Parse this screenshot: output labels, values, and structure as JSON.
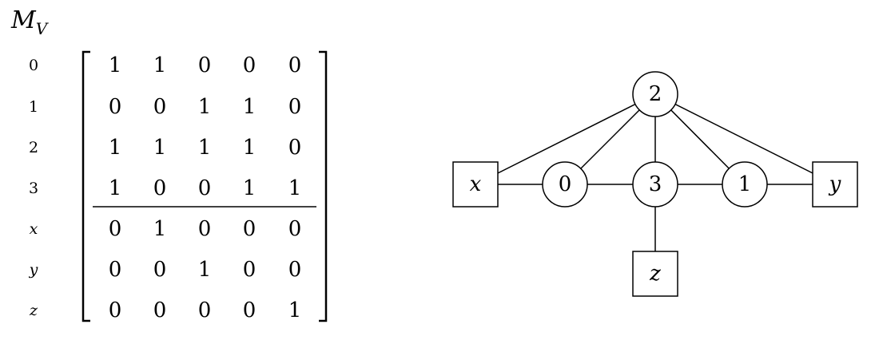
{
  "matrix": {
    "title_main": "M",
    "title_sub": "V",
    "row_labels": [
      "0",
      "1",
      "2",
      "3",
      "x",
      "y",
      "z"
    ],
    "rows": [
      [
        "1",
        "1",
        "0",
        "0",
        "0"
      ],
      [
        "0",
        "0",
        "1",
        "1",
        "0"
      ],
      [
        "1",
        "1",
        "1",
        "1",
        "0"
      ],
      [
        "1",
        "0",
        "0",
        "1",
        "1"
      ],
      [
        "0",
        "1",
        "0",
        "0",
        "0"
      ],
      [
        "0",
        "0",
        "1",
        "0",
        "0"
      ],
      [
        "0",
        "0",
        "0",
        "0",
        "1"
      ]
    ],
    "separator_after_row": 3
  },
  "graph": {
    "nodes": [
      {
        "id": "2",
        "label": "2",
        "shape": "circle"
      },
      {
        "id": "0",
        "label": "0",
        "shape": "circle"
      },
      {
        "id": "3",
        "label": "3",
        "shape": "circle"
      },
      {
        "id": "1",
        "label": "1",
        "shape": "circle"
      },
      {
        "id": "x",
        "label": "x",
        "shape": "square"
      },
      {
        "id": "y",
        "label": "y",
        "shape": "square"
      },
      {
        "id": "z",
        "label": "z",
        "shape": "square"
      }
    ],
    "edges": [
      [
        "x",
        "0"
      ],
      [
        "0",
        "3"
      ],
      [
        "3",
        "1"
      ],
      [
        "1",
        "y"
      ],
      [
        "3",
        "z"
      ],
      [
        "2",
        "x"
      ],
      [
        "2",
        "0"
      ],
      [
        "2",
        "3"
      ],
      [
        "2",
        "1"
      ],
      [
        "2",
        "y"
      ]
    ]
  }
}
